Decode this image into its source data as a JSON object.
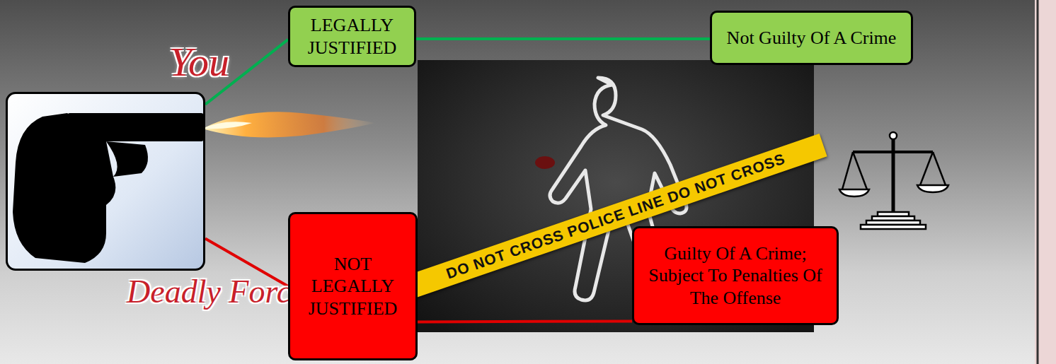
{
  "diagram": {
    "nodes": [
      {
        "text": [
          "You",
          "Deadly Force"
        ]
      },
      {
        "text": [
          "LEGALLY JUSTIFIED"
        ]
      },
      {
        "text": [
          "Not Guilty Of A Crime"
        ]
      },
      {
        "text": [
          "NOT LEGALLY JUSTIFIED"
        ]
      },
      {
        "text": [
          "Guilty Of A Crime; Subject To Penalties Of The Offense"
        ]
      }
    ],
    "edges": [
      {
        "from": 0,
        "to": 1,
        "arrow": "none"
      },
      {
        "from": 1,
        "to": 2,
        "arrow": "none"
      },
      {
        "from": 0,
        "to": 3,
        "arrow": "none"
      },
      {
        "from": 3,
        "to": 4,
        "arrow": "none"
      }
    ],
    "labels": [
      "DO NOT CROSS POLICE LINE DO NOT CROSS"
    ]
  }
}
